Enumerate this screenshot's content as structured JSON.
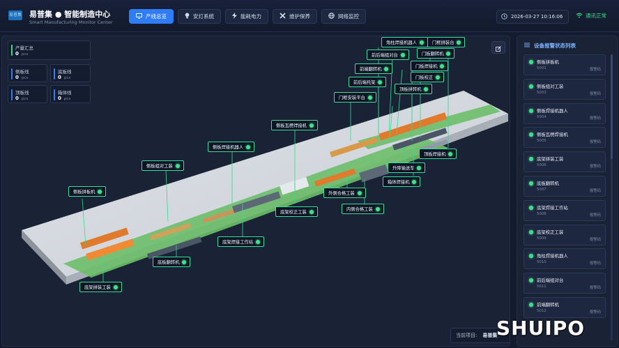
{
  "header": {
    "logo_text": "易普集",
    "title": "易普集 ● 智能制造中心",
    "subtitle": "Smart Manufacturing Monitor Center",
    "tabs": [
      {
        "label": "产线总览",
        "icon": "monitor-icon",
        "active": true
      },
      {
        "label": "安灯系统",
        "icon": "bulb-icon",
        "active": false
      },
      {
        "label": "能耗电力",
        "icon": "bolt-icon",
        "active": false
      },
      {
        "label": "维护保养",
        "icon": "wrench-icon",
        "active": false
      },
      {
        "label": "网络监控",
        "icon": "globe-icon",
        "active": false
      }
    ],
    "datetime": "2026-03-27 10:16:06",
    "status": "通讯正常",
    "status_color": "#3ddc84"
  },
  "stats": {
    "total": {
      "label": "产量汇总",
      "value": "0",
      "unit": "pcs"
    },
    "items": [
      {
        "label": "侧板线",
        "value": "0",
        "unit": "pcs"
      },
      {
        "label": "底板线",
        "value": "0",
        "unit": "pcs"
      },
      {
        "label": "顶板线",
        "value": "0",
        "unit": "pcs"
      },
      {
        "label": "箱体线",
        "value": "0",
        "unit": "pcs"
      }
    ]
  },
  "stations": [
    "角柱焊接机器人",
    "门框拼装台",
    "前后端组对台",
    "门板翻转机",
    "前端翻转机",
    "门板焊接机",
    "前后端托架",
    "门板校正",
    "门框安装平台",
    "顶板拼转机",
    "侧板瓦楞焊接机",
    "顶板焊接机",
    "侧板焊接机器人",
    "升降输送车",
    "侧板组对工装",
    "箱体焊接机",
    "外侧合格工装",
    "侧板拼板机",
    "底架校正工装",
    "内侧合格工装",
    "底架焊接工作站",
    "底板翻转机",
    "底架拼装工装"
  ],
  "current_project": {
    "label": "当前项目:",
    "value": "易普集"
  },
  "alarm_panel": {
    "title": "设备报警状态列表",
    "devices": [
      {
        "name": "侧板拼板机",
        "code": "5001",
        "state": "报警码"
      },
      {
        "name": "侧板组对工装",
        "code": "5003",
        "state": "报警码"
      },
      {
        "name": "侧板焊接机器人",
        "code": "5004",
        "state": "报警码"
      },
      {
        "name": "侧板瓦楞焊接机",
        "code": "5005",
        "state": "报警码"
      },
      {
        "name": "底架拼装工装",
        "code": "5006",
        "state": "报警码"
      },
      {
        "name": "底板翻转机",
        "code": "5007",
        "state": "报警码"
      },
      {
        "name": "底架焊接工作站",
        "code": "5008",
        "state": "报警码"
      },
      {
        "name": "底架校正工装",
        "code": "5009",
        "state": "报警码"
      },
      {
        "name": "角柱焊接机器人",
        "code": "5010",
        "state": "报警码"
      },
      {
        "name": "前后端组对台",
        "code": "5011",
        "state": "报警码"
      },
      {
        "name": "前端翻转机",
        "code": "5012",
        "state": "报警码"
      }
    ]
  },
  "watermark": "SHUIPO"
}
